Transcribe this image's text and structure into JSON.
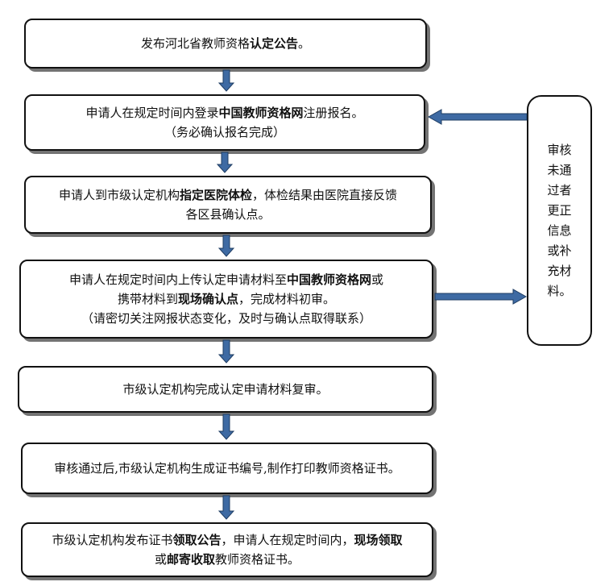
{
  "colors": {
    "arrow_fill": "#3e6aa3",
    "arrow_stroke": "#1f3d63",
    "border": "#111111"
  },
  "steps": [
    {
      "segments": [
        {
          "t": "发布河北省教师资格",
          "b": false
        },
        {
          "t": "认定公告",
          "b": true
        },
        {
          "t": "。",
          "b": false
        }
      ]
    },
    {
      "lines": [
        [
          {
            "t": "申请人在规定时间内登录",
            "b": false
          },
          {
            "t": "中国教师资格网",
            "b": true
          },
          {
            "t": "注册报名。",
            "b": false
          }
        ],
        [
          {
            "t": "（务必确认报名完成）",
            "b": false
          }
        ]
      ]
    },
    {
      "lines": [
        [
          {
            "t": "申请人到市级认定机构",
            "b": false
          },
          {
            "t": "指定医院体检",
            "b": true
          },
          {
            "t": "，体检结果由医院直接反馈",
            "b": false
          }
        ],
        [
          {
            "t": "各区县确认点。",
            "b": false
          }
        ]
      ]
    },
    {
      "lines": [
        [
          {
            "t": "申请人在规定时间内上传认定申请材料至",
            "b": false
          },
          {
            "t": "中国教师资格网",
            "b": true
          },
          {
            "t": "或",
            "b": false
          }
        ],
        [
          {
            "t": "携带材料到",
            "b": false
          },
          {
            "t": "现场确认点",
            "b": true
          },
          {
            "t": "，完成材料初审。",
            "b": false
          }
        ],
        [
          {
            "t": "（请密切关注网报状态变化，及时与确认点取得联系）",
            "b": false
          }
        ]
      ]
    },
    {
      "lines": [
        [
          {
            "t": "市级认定机构完成认定申请材料复审。",
            "b": false
          }
        ]
      ]
    },
    {
      "lines": [
        [
          {
            "t": "审核通过后,市级认定机构生成证书编号,制作打印教师资格证书。",
            "b": false
          }
        ]
      ]
    },
    {
      "lines": [
        [
          {
            "t": "市级认定机构发布证书",
            "b": false
          },
          {
            "t": "领取公告",
            "b": true
          },
          {
            "t": "，申请人在规定时间内，",
            "b": false
          },
          {
            "t": "现场领取",
            "b": true
          }
        ],
        [
          {
            "t": "或",
            "b": false
          },
          {
            "t": "邮寄收取",
            "b": true
          },
          {
            "t": "教师资格证书。",
            "b": false
          }
        ]
      ]
    }
  ],
  "side_note": "审核未通过者更正信息或补充材料。"
}
